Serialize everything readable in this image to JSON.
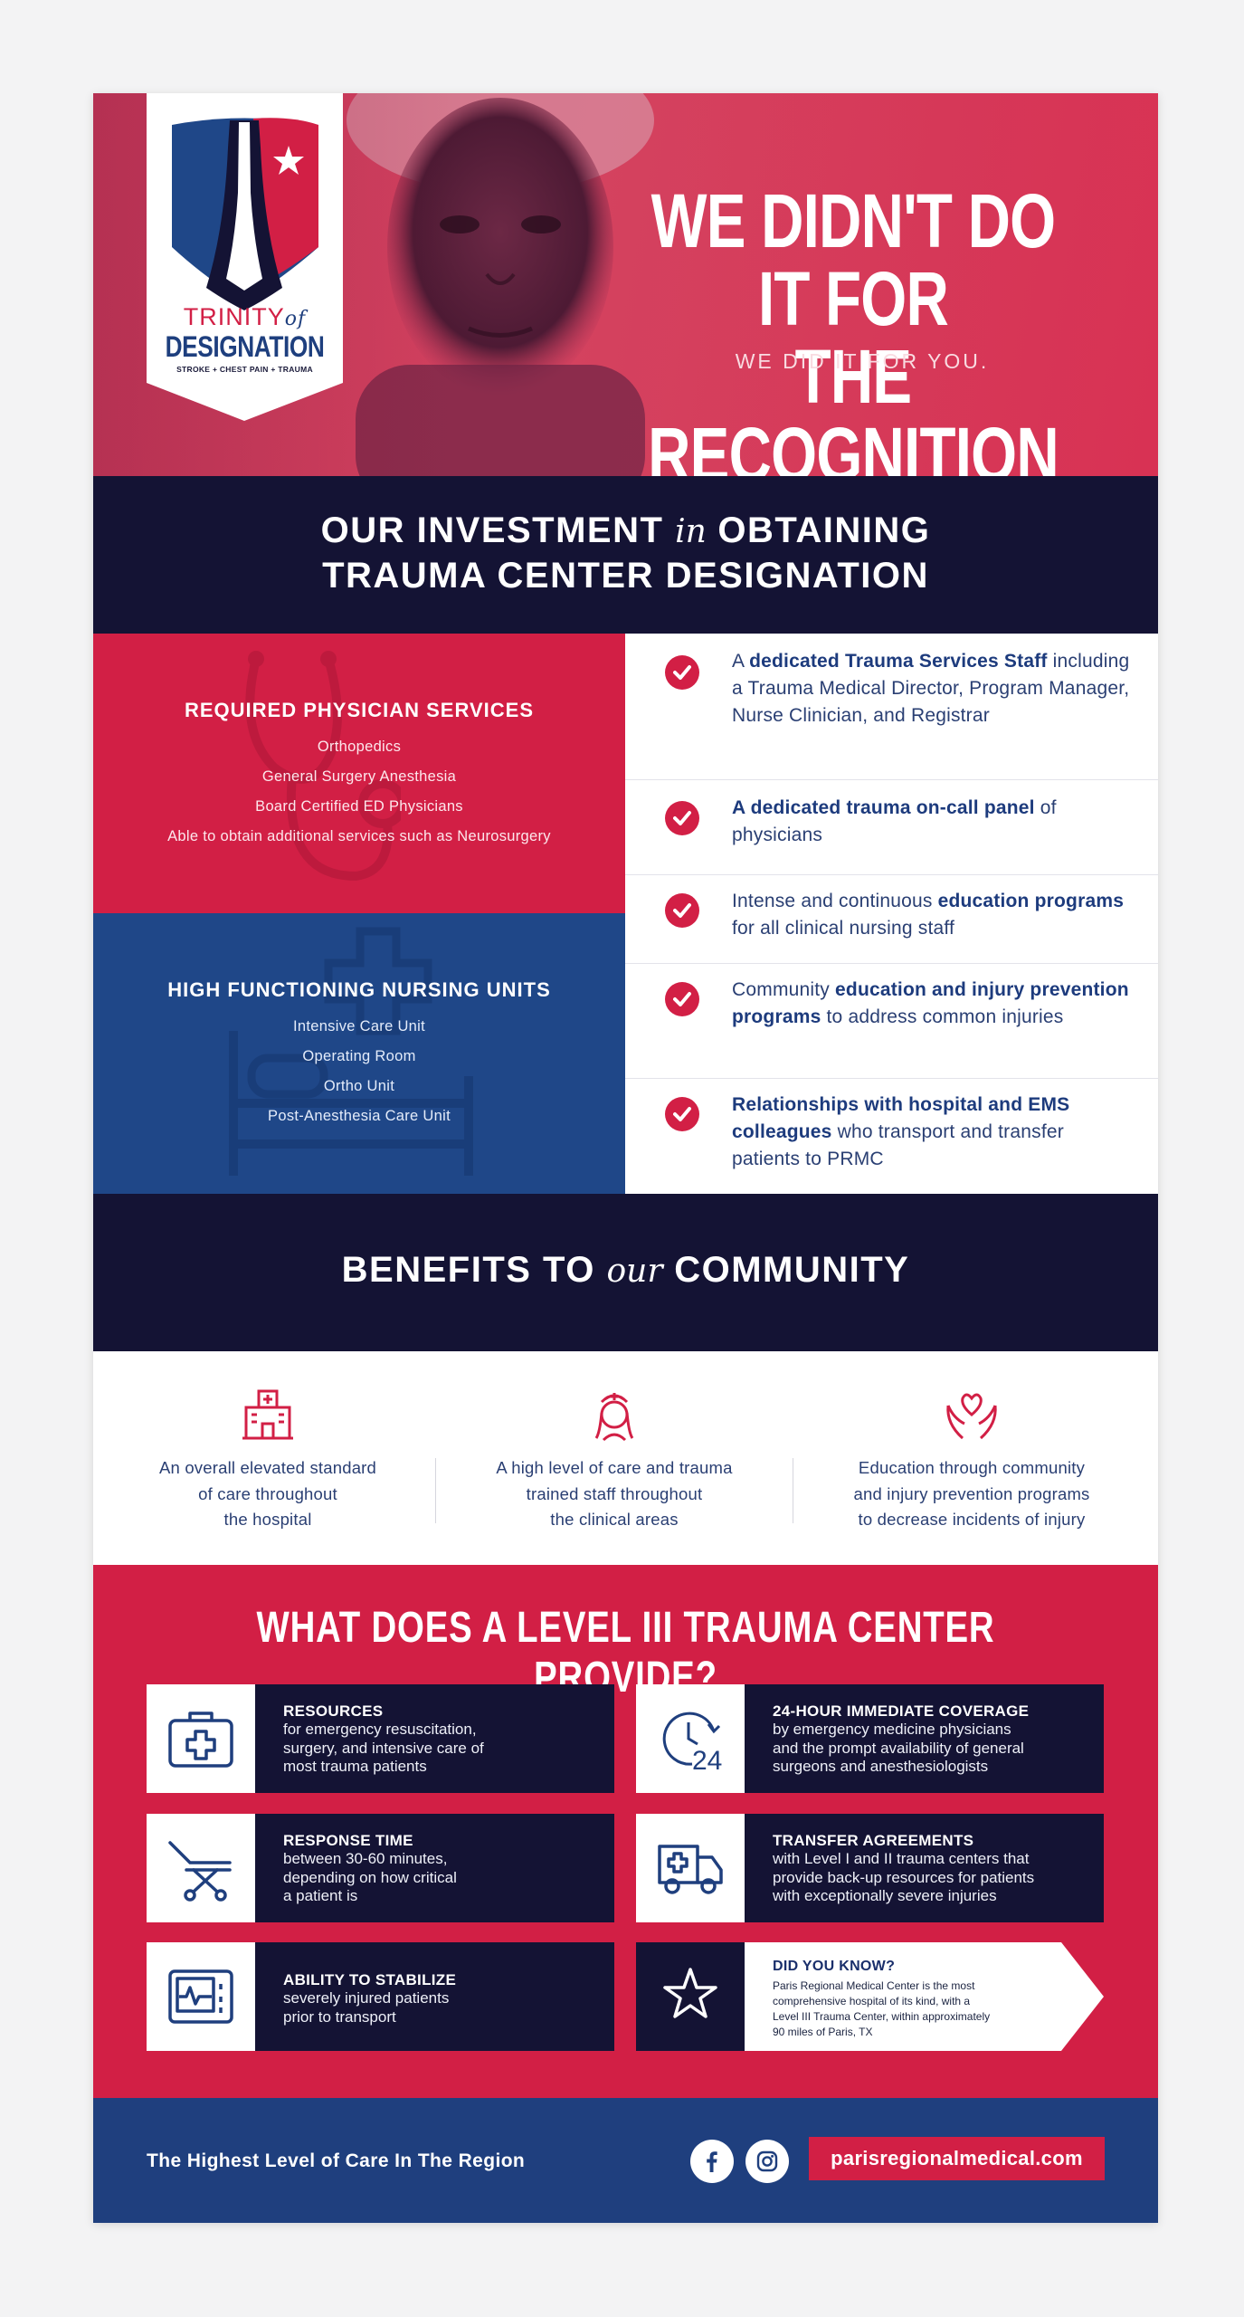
{
  "colors": {
    "red": "#d21f45",
    "navy": "#141334",
    "blue": "#1f4788",
    "text_blue": "#2a3f73"
  },
  "logo": {
    "trinity": "TRINITY",
    "of": "of",
    "designation": "DESIGNATION",
    "sub": "STROKE + CHEST PAIN + TRAUMA",
    "icon": "shield-star-icon"
  },
  "hero": {
    "title_line1": "WE DIDN'T DO IT FOR",
    "title_line2": "THE RECOGNITION",
    "subtitle": "WE DID IT FOR YOU."
  },
  "investment": {
    "heading_pre": "OUR INVESTMENT",
    "heading_script": "in",
    "heading_post": "OBTAINING",
    "heading_line2": "TRAUMA CENTER DESIGNATION"
  },
  "physician": {
    "title": "REQUIRED PHYSICIAN SERVICES",
    "items": [
      "Orthopedics",
      "General Surgery Anesthesia",
      "Board Certified ED Physicians",
      "Able to obtain additional services such as Neurosurgery"
    ]
  },
  "nursing": {
    "title": "HIGH FUNCTIONING NURSING UNITS",
    "items": [
      "Intensive Care Unit",
      "Operating Room",
      "Ortho Unit",
      "Post-Anesthesia Care Unit"
    ]
  },
  "checks": [
    {
      "a": "A ",
      "b": "dedicated Trauma Services Staff",
      "c": " including a Trauma Medical Director, Program Manager, Nurse Clinician, and Registrar"
    },
    {
      "a": "",
      "b": "A dedicated trauma on-call panel",
      "c": " of physicians"
    },
    {
      "a": "Intense and continuous ",
      "b": "education programs",
      "c": " for all clinical nursing staff"
    },
    {
      "a": "Community ",
      "b": "education and injury prevention programs",
      "c": " to address common injuries"
    },
    {
      "a": "",
      "b": "Relationships with hospital and EMS colleagues",
      "c": " who transport and transfer patients to PRMC"
    }
  ],
  "benefits": {
    "heading_pre": "BENEFITS TO",
    "heading_script": "our",
    "heading_post": "COMMUNITY",
    "items": [
      {
        "icon": "hospital-icon",
        "l1": "An overall elevated standard",
        "l2": "of care throughout",
        "l3": "the hospital"
      },
      {
        "icon": "nurse-icon",
        "l1": "A high level of care and trauma",
        "l2": "trained staff throughout",
        "l3": "the clinical areas"
      },
      {
        "icon": "heart-hands-icon",
        "l1": "Education through community",
        "l2": "and injury prevention programs",
        "l3": "to decrease incidents of injury"
      }
    ]
  },
  "level": {
    "title": "WHAT DOES A LEVEL III TRAUMA CENTER PROVIDE?",
    "cards": [
      {
        "icon": "first-aid-kit-icon",
        "head": "RESOURCES",
        "l1": "for emergency resuscitation,",
        "l2": "surgery, and intensive care of",
        "l3": "most trauma patients"
      },
      {
        "icon": "clock-24-icon",
        "head": "24-HOUR IMMEDIATE COVERAGE",
        "l1": "by emergency medicine physicians",
        "l2": "and the prompt availability of general",
        "l3": "surgeons and anesthesiologists"
      },
      {
        "icon": "stretcher-icon",
        "head": "RESPONSE TIME",
        "l1": "between 30-60 minutes,",
        "l2": "depending on how critical",
        "l3": "a patient is"
      },
      {
        "icon": "ambulance-icon",
        "head": "TRANSFER AGREEMENTS",
        "l1": "with Level I and II trauma centers that",
        "l2": "provide back-up resources for patients",
        "l3": "with exceptionally severe injuries"
      },
      {
        "icon": "heart-monitor-icon",
        "head": "ABILITY TO STABILIZE",
        "l1": "severely injured patients",
        "l2": "prior to transport",
        "l3": ""
      }
    ],
    "know": {
      "icon": "star-icon",
      "head": "DID YOU KNOW?",
      "l1": "Paris Regional Medical Center is the most",
      "l2": "comprehensive hospital of its kind, with a",
      "l3": "Level III Trauma Center, within approximately",
      "l4": "90 miles of Paris, TX"
    }
  },
  "footer": {
    "tagline": "The Highest Level of Care In The Region",
    "social": [
      "facebook-icon",
      "instagram-icon"
    ],
    "website": "parisregionalmedical.com"
  }
}
